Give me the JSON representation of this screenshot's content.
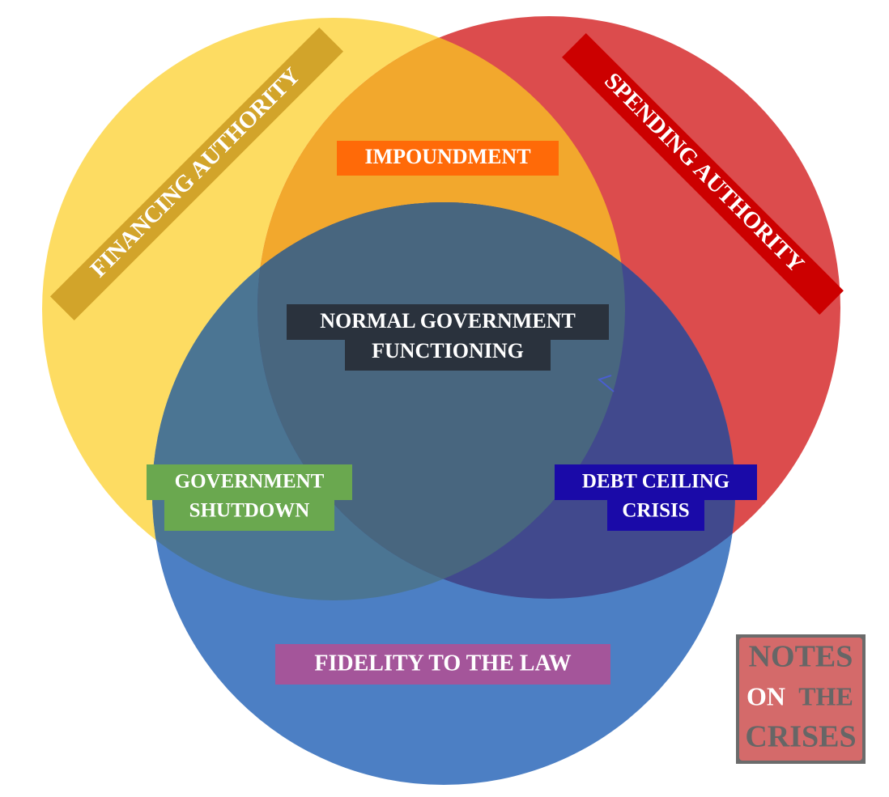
{
  "circles": {
    "financing": {
      "label": "FINANCING AUTHORITY",
      "color": "#FDDC62",
      "label_bg": "#D2A42A"
    },
    "spending": {
      "label": "SPENDING AUTHORITY",
      "color": "#DC4C4D",
      "label_bg": "#CC0000"
    },
    "fidelity": {
      "label": "FIDELITY TO THE LAW",
      "color": "#4C7FC4",
      "label_bg": "#A4559A"
    }
  },
  "overlaps": {
    "impoundment": {
      "label": "IMPOUNDMENT",
      "color": "#F2A82D",
      "label_bg": "#FF6A08"
    },
    "shutdown": {
      "line1": "GOVERNMENT",
      "line2": "SHUTDOWN",
      "color": "#4B7593",
      "label_bg": "#6AA84F"
    },
    "debt_ceiling": {
      "line1": "DEBT CEILING",
      "line2": "CRISIS",
      "color": "#41498D",
      "label_bg": "#1A0AA8"
    },
    "normal": {
      "line1": "NORMAL GOVERNMENT",
      "line2": "FUNCTIONING",
      "color": "#48667F",
      "label_bg": "#2A323D"
    }
  },
  "logo": {
    "line1": "NOTES",
    "line2a": "ON",
    "line2b": "THE",
    "line3": "CRISES"
  }
}
